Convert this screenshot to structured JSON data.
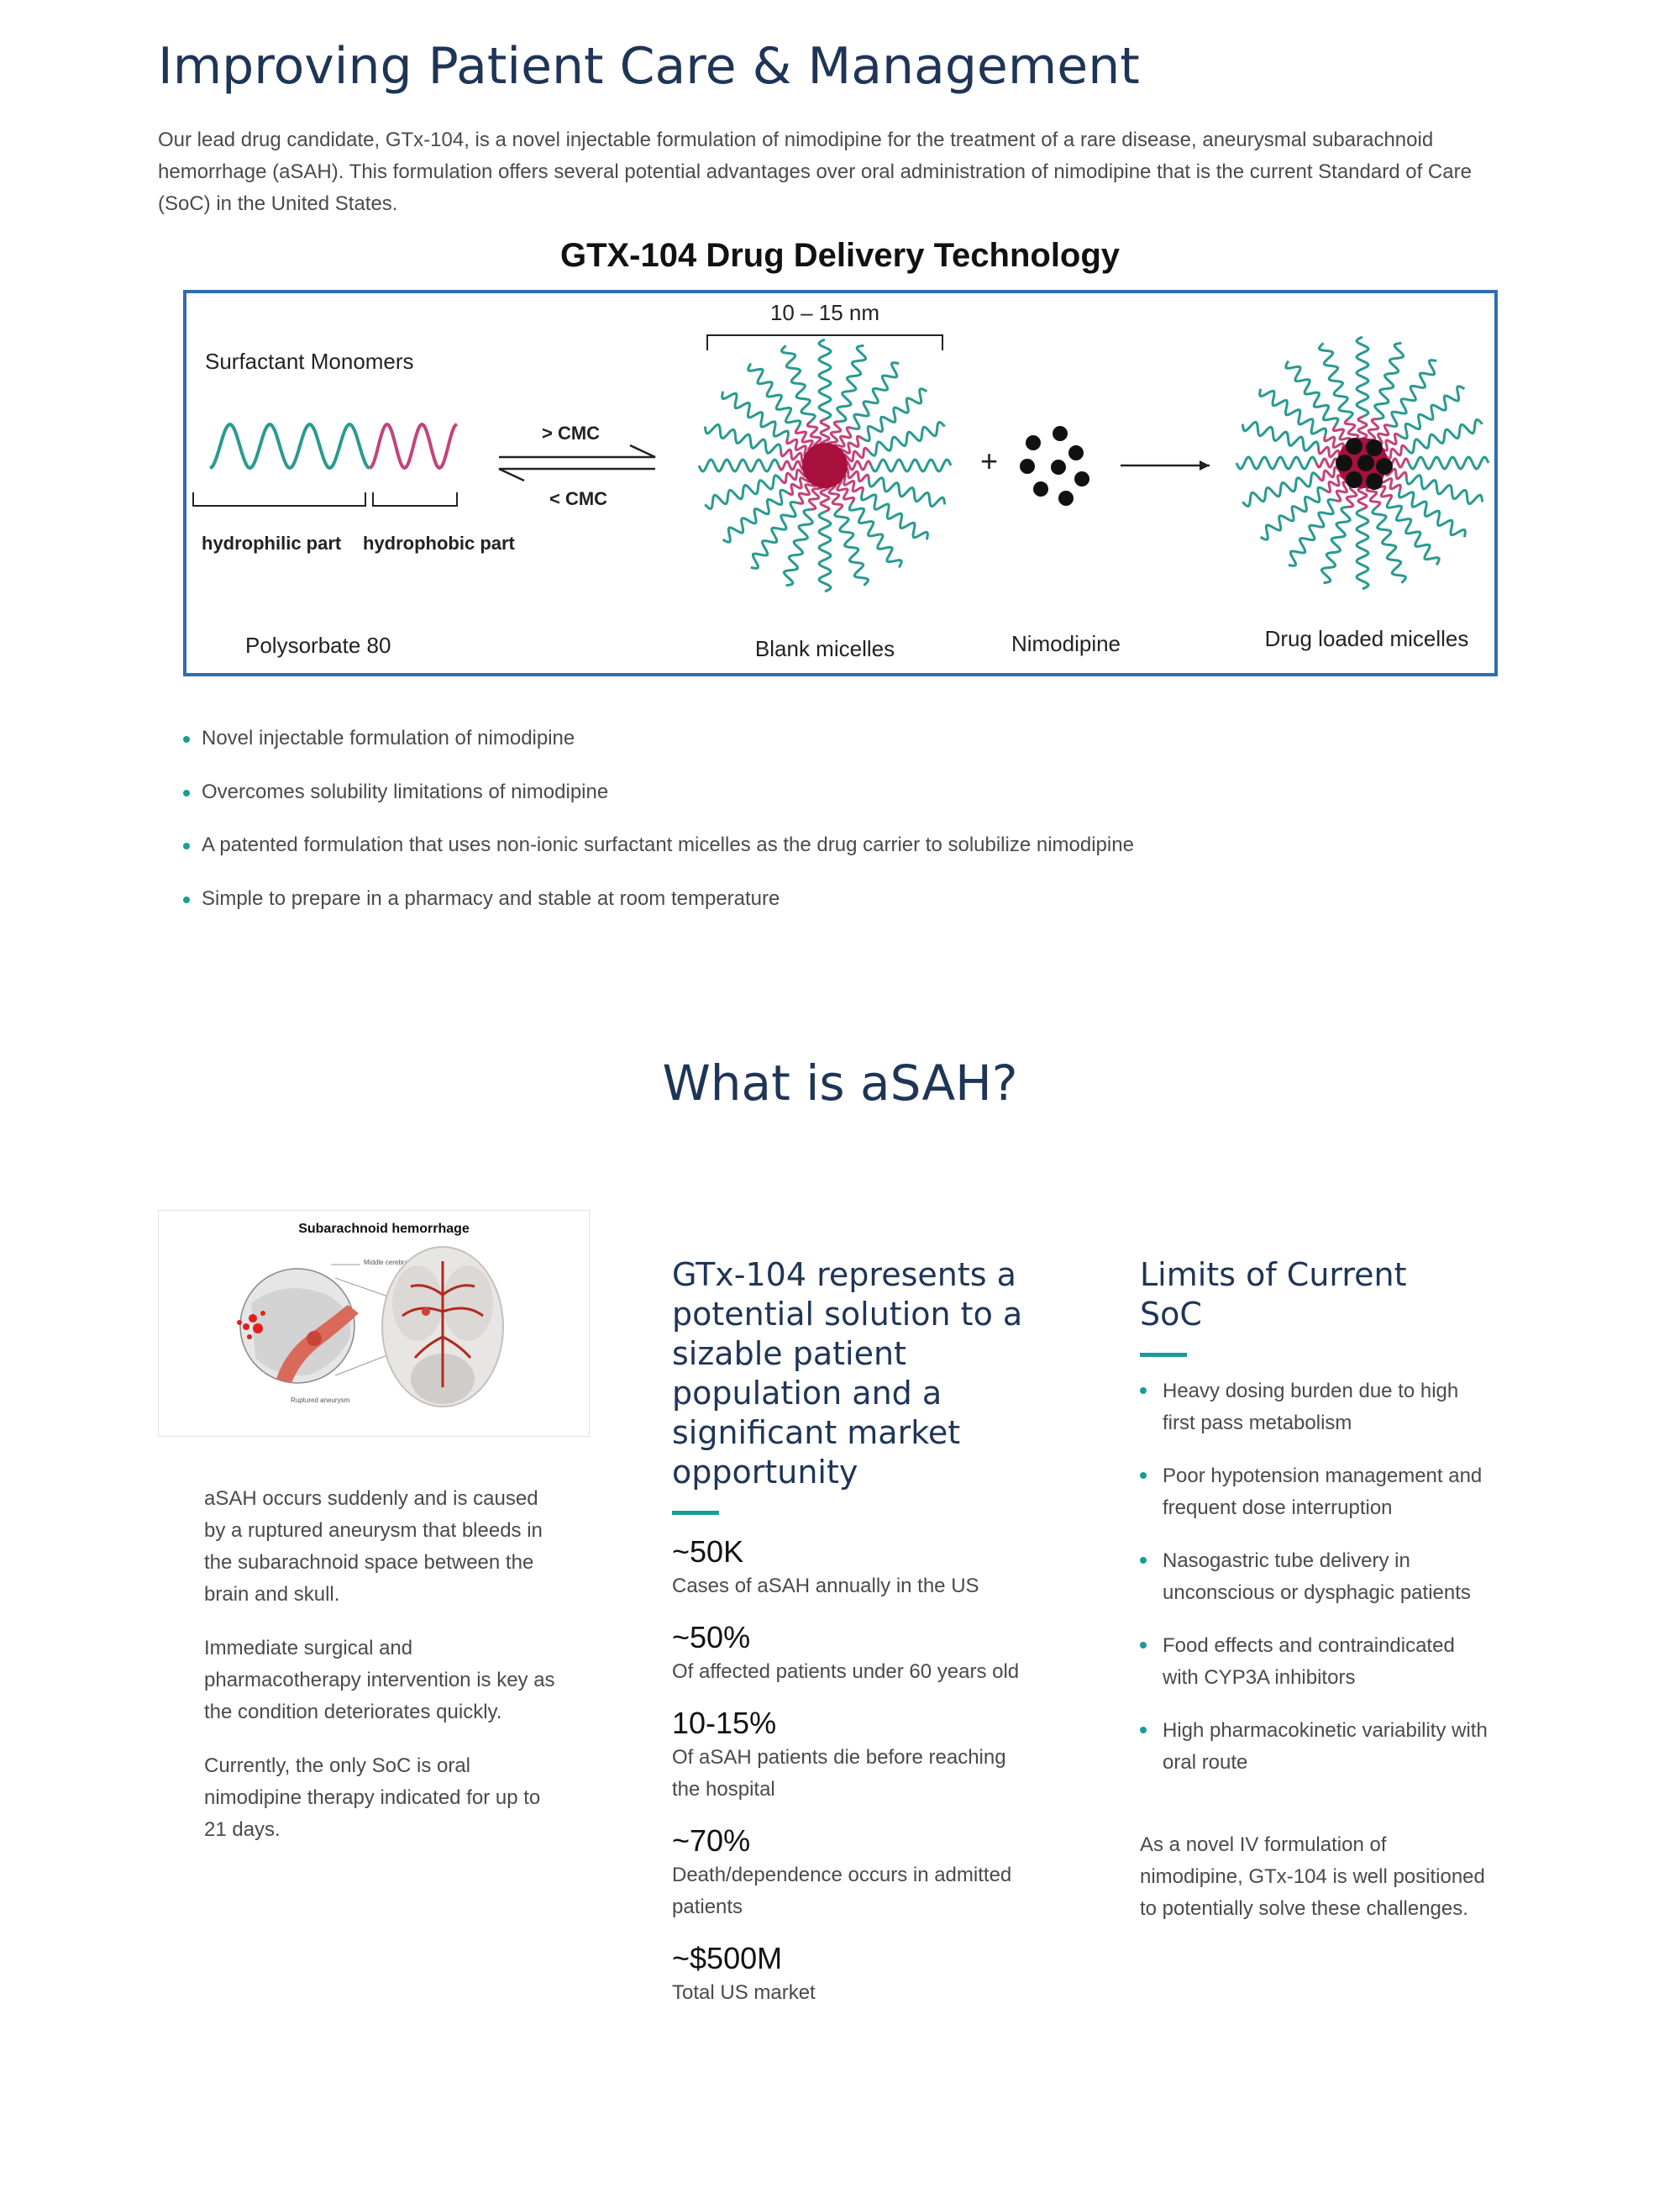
{
  "page": {
    "title": "Improving Patient Care & Management",
    "intro": "Our lead drug candidate, GTx-104, is a novel injectable formulation of nimodipine for the treatment of a rare disease, aneurysmal subarachnoid hemorrhage (aSAH). This formulation offers several potential advantages over oral administration of nimodipine that is the current Standard of Care (SoC) in the United States."
  },
  "diagram": {
    "title": "GTX-104 Drug Delivery Technology",
    "size_label": "10 – 15 nm",
    "surfactant_label": "Surfactant Monomers",
    "hydrophilic_label": "hydrophilic part",
    "hydrophobic_label": "hydrophobic part",
    "polysorbate_label": "Polysorbate 80",
    "above_cmc": "> CMC",
    "below_cmc": "< CMC",
    "plus": "+",
    "blank_label": "Blank micelles",
    "nimodipine_label": "Nimodipine",
    "loaded_label": "Drug loaded micelles",
    "colors": {
      "teal": "#2a9a91",
      "pink": "#c2447a",
      "core": "#a8103d",
      "border": "#2e6fb0"
    }
  },
  "features": [
    "Novel injectable formulation of nimodipine",
    "Overcomes solubility limitations of nimodipine",
    "A patented formulation that uses non-ionic surfactant micelles as the drug carrier to solubilize nimodipine",
    "Simple to prepare in a pharmacy and stable at room temperature"
  ],
  "asah": {
    "title": "What is aSAH?",
    "image": {
      "title": "Subarachnoid hemorrhage",
      "label_artery": "Middle cerebral artery",
      "label_aneurysm": "Ruptured aneurysm"
    },
    "paragraphs": [
      "aSAH occurs suddenly and is caused by a ruptured aneurysm that bleeds in the subarachnoid space between the brain and skull.",
      "Immediate surgical and pharmacotherapy intervention is key as the condition deteriorates quickly.",
      "Currently, the only SoC is oral nimodipine therapy indicated for up to 21 days."
    ]
  },
  "opportunity": {
    "heading": "GTx-104 represents a potential solution to a sizable patient population and a significant market opportunity",
    "stats": [
      {
        "value": "~50K",
        "desc": "Cases of aSAH annually in the US"
      },
      {
        "value": "~50%",
        "desc": "Of affected patients under 60 years old"
      },
      {
        "value": "10-15%",
        "desc": "Of aSAH patients die before reaching the hospital"
      },
      {
        "value": "~70%",
        "desc": "Death/dependence occurs in admitted patients"
      },
      {
        "value": "~$500M",
        "desc": "Total US market"
      }
    ]
  },
  "limits": {
    "heading": "Limits of Current SoC",
    "items": [
      "Heavy dosing burden due to high first pass metabolism",
      "Poor hypotension management and frequent dose interruption",
      "Nasogastric tube delivery in unconscious or dysphagic patients",
      "Food effects and contraindicated with CYP3A inhibitors",
      "High pharmacokinetic variability with oral route"
    ],
    "closing": "As a novel IV formulation of nimodipine, GTx-104 is well positioned to potentially solve these challenges."
  }
}
